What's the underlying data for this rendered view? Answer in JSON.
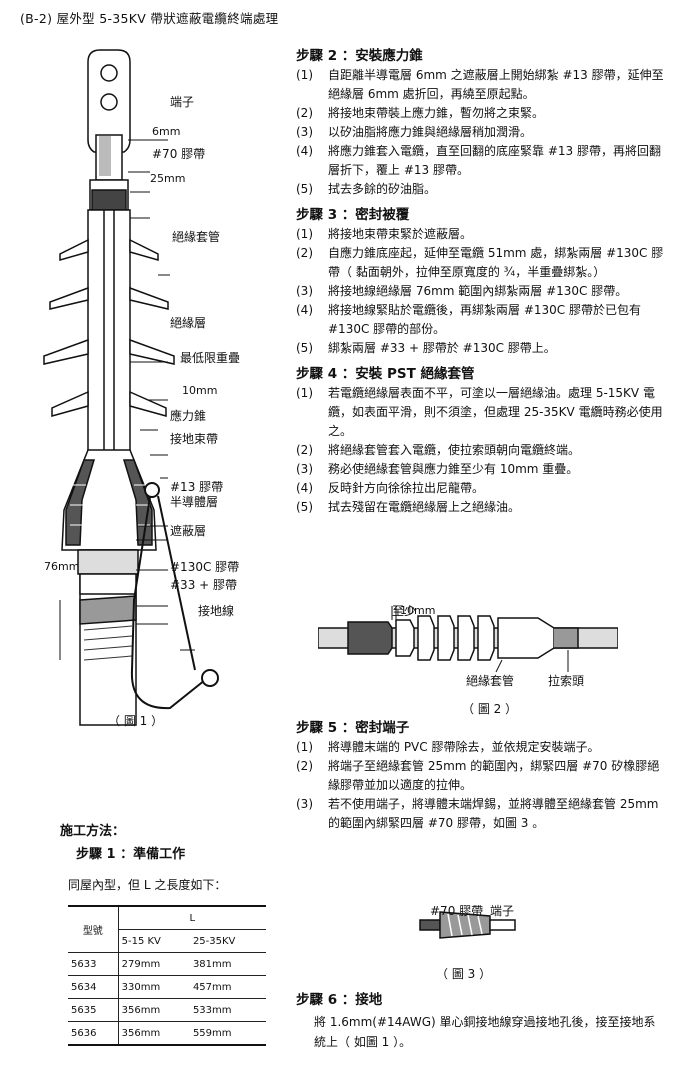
{
  "header": "(B-2) 屋外型  5-35KV  帶狀遮蔽電纜終端處理",
  "figure1": {
    "labels": {
      "terminal": "端子",
      "d6": "6mm",
      "tape70": "#70 膠帶",
      "d25": "25mm",
      "insulator": "絕緣套管",
      "insulation": "絕緣層",
      "min_overlap": "最低限重疊",
      "d10": "10mm",
      "stress_cone": "應力錐",
      "ground_strap": "接地束帶",
      "tape13": "#13 膠帶",
      "semicon": "半導體層",
      "shield": "遮蔽層",
      "d76": "76mm",
      "tape130c": "#130C 膠帶",
      "tape33": "#33 + 膠帶",
      "ground_wire": "接地線"
    },
    "caption": "（ 圖 1 ）"
  },
  "steps_right": [
    {
      "heading": "步驟 2 ：安裝應力錐",
      "items": [
        {
          "n": "(1)",
          "text": "自距離半導電層 6mm 之遮蔽層上開始綁紮 #13 膠帶，延伸至絕緣層 6mm 處折回，再繞至原起點。"
        },
        {
          "n": "(2)",
          "text": "將接地束帶裝上應力錐，暫勿將之束緊。"
        },
        {
          "n": "(3)",
          "text": "以矽油脂將應力錐與絕緣層稍加潤滑。"
        },
        {
          "n": "(4)",
          "text": "將應力錐套入電纜，直至回翻的底座緊靠 #13 膠帶，再將回翻層折下，覆上 #13 膠帶。"
        },
        {
          "n": "(5)",
          "text": "拭去多餘的矽油脂。"
        }
      ]
    },
    {
      "heading": "步驟 3 ：密封被覆",
      "items": [
        {
          "n": "(1)",
          "text": "將接地束帶束緊於遮蔽層。"
        },
        {
          "n": "(2)",
          "text": "自應力錐底座起，延伸至電纜 51mm 處，綁紮兩層 #130C 膠帶（ 黏面朝外，拉伸至原寬度的 ¾，半重疊綁紮。）"
        },
        {
          "n": "(3)",
          "text": "將接地線絕緣層 76mm 範圍內綁紮兩層 #130C 膠帶。"
        },
        {
          "n": "(4)",
          "text": "將接地線緊貼於電纜後，再綁紮兩層 #130C 膠帶於已包有 #130C 膠帶的部份。"
        },
        {
          "n": "(5)",
          "text": "綁紮兩層 #33 + 膠帶於 #130C 膠帶上。"
        }
      ]
    },
    {
      "heading": "步驟 4 ：安裝 PST 絕緣套管",
      "items": [
        {
          "n": "(1)",
          "text": "若電纜絕緣層表面不平，可塗以一層絕緣油。處理 5-15KV 電纜，如表面平滑，則不須塗，但處理 25-35KV 電纜時務必使用之。"
        },
        {
          "n": "(2)",
          "text": "將絕緣套管套入電纜，使拉索頭朝向電纜終端。"
        },
        {
          "n": "(3)",
          "text": "務必使絕緣套管與應力錐至少有 10mm 重疊。"
        },
        {
          "n": "(4)",
          "text": "反時針方向徐徐拉出尼龍帶。"
        },
        {
          "n": "(5)",
          "text": "拭去殘留在電纜絕緣層上之絕緣油。"
        }
      ]
    }
  ],
  "figure2": {
    "min_label": "至少",
    "d10": "10mm",
    "insulator": "絕緣套管",
    "pull_head": "拉索頭",
    "caption": "（ 圖 2 ）"
  },
  "steps_right_2": [
    {
      "heading": "步驟 5 ：密封端子",
      "items": [
        {
          "n": "(1)",
          "text": "將導體末端的 PVC 膠帶除去，並依規定安裝端子。"
        },
        {
          "n": "(2)",
          "text": "將端子至絕緣套管 25mm 的範圍內，綁緊四層 #70 矽橡膠絕緣膠帶並加以適度的拉伸。"
        },
        {
          "n": "(3)",
          "text": "若不使用端子，將導體末端焊錫，並將導體至絕緣套管 25mm 的範圍內綁緊四層 #70 膠帶，如圖 3 。"
        }
      ]
    }
  ],
  "figure3": {
    "tape70": "#70 膠帶",
    "terminal": "端子",
    "caption": "（ 圖 3 ）"
  },
  "step6": {
    "heading": "步驟 6 ：接地",
    "text": "將 1.6mm(#14AWG) 單心銅接地線穿過接地孔後，接至接地系統上（ 如圖 1 ）。"
  },
  "method": {
    "title": "施工方法：",
    "step1": "步驟 1 ：準備工作",
    "note": "同屋內型，但 L 之長度如下："
  },
  "table": {
    "col_model": "型號",
    "col_L": "L",
    "sub1": "5-15 KV",
    "sub2": "25-35KV",
    "rows": [
      [
        "5633",
        "279mm",
        "381mm"
      ],
      [
        "5634",
        "330mm",
        "457mm"
      ],
      [
        "5635",
        "356mm",
        "533mm"
      ],
      [
        "5636",
        "356mm",
        "559mm"
      ]
    ]
  }
}
